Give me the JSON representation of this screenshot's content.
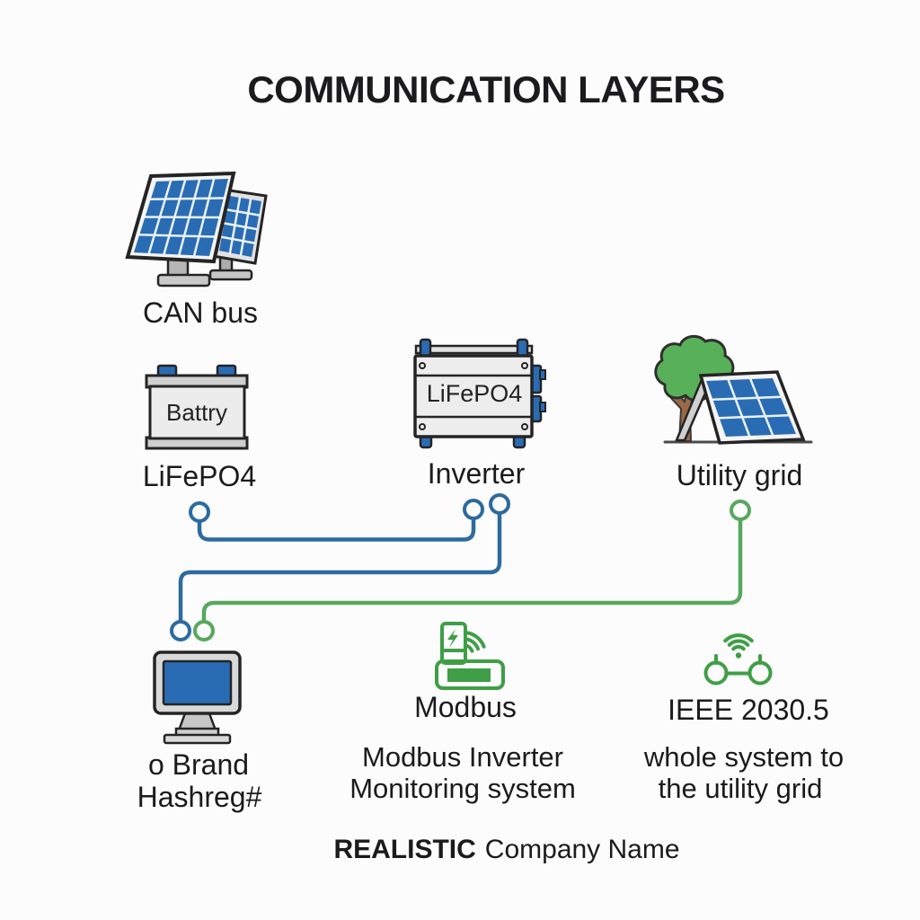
{
  "title": "COMMUNICATION LAYERS",
  "diagram": {
    "solar": {
      "icon": "solar-panels",
      "label": "CAN bus"
    },
    "battery": {
      "icon": "car-battery",
      "device_text": "Battry",
      "label": "LiFePO4"
    },
    "inverter": {
      "icon": "inverter-unit",
      "device_text": "LiFePO4",
      "label": "Inverter"
    },
    "utility": {
      "icon": "tree-and-ground-solar-panel",
      "label": "Utility grid"
    },
    "monitor": {
      "icon": "desktop-monitor",
      "label_line1": "o Brand",
      "label_line2": "Hashreg#"
    },
    "modbus": {
      "icon": "power-device-with-wifi",
      "label": "Modbus",
      "caption_line1": "Modbus Inverter",
      "caption_line2": "Monitoring system"
    },
    "ieee": {
      "icon": "wireless-link-nodes",
      "label": "IEEE 2030.5",
      "caption_line1": "whole system to",
      "caption_line2": "the utility grid"
    }
  },
  "footer": {
    "brand": "REALISTIC",
    "name": "Company Name"
  },
  "colors": {
    "background": "#fcfcfc",
    "ink": "#1b1b1d",
    "panel_blue": "#2a6cb3",
    "line_blue": "#2c6b9f",
    "icon_green": "#3f9e46",
    "line_green": "#57a85e"
  }
}
